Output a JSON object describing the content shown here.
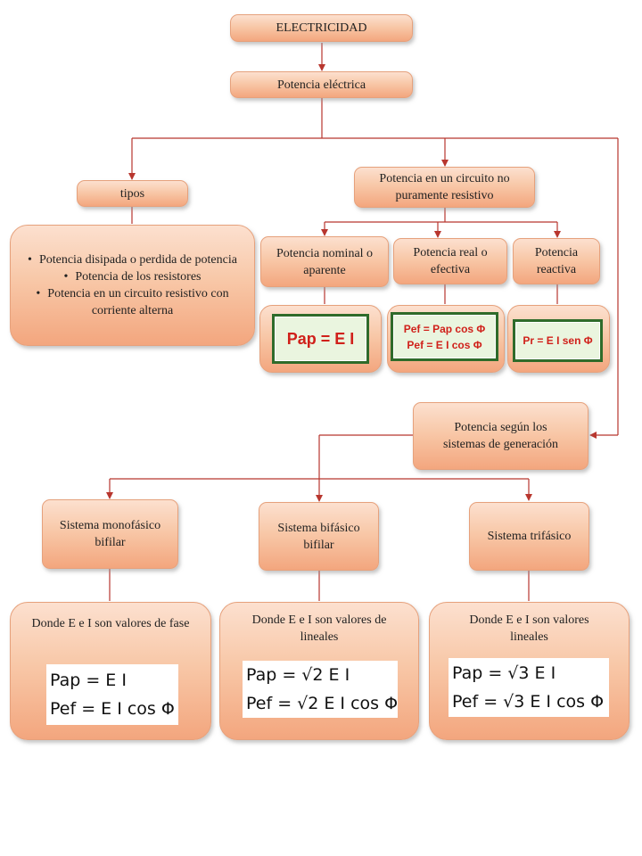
{
  "title": "ELECTRICIDAD",
  "potencia": "Potencia eléctrica",
  "tipos": {
    "label": "tipos",
    "items": [
      "Potencia disipada o perdida de potencia",
      "Potencia de los resistores",
      "Potencia en un circuito resistivo con corriente alterna"
    ]
  },
  "no_resistivo": {
    "label": "Potencia en un circuito no puramente resistivo",
    "nominal": {
      "label": "Potencia nominal o aparente",
      "f1": "Pap = E I"
    },
    "real": {
      "label": "Potencia real o efectiva",
      "f1": "Pef = Pap cos Φ",
      "f2": "Pef = E I cos Φ"
    },
    "reactiva": {
      "label": "Potencia reactiva",
      "f1": "Pr = E I sen Φ"
    }
  },
  "generacion": {
    "label": "Potencia según los sistemas de generación",
    "mono": {
      "label": "Sistema monofásico bifilar",
      "note": "Donde E e I son valores de fase",
      "f1": "Pap = E I",
      "f2": "Pef = E I cos Φ"
    },
    "bi": {
      "label": "Sistema bifásico bifilar",
      "note": "Donde E e I son valores de lineales",
      "f1": "Pap = √2 E I",
      "f2": "Pef = √2 E I cos Φ"
    },
    "tri": {
      "label": "Sistema trifásico",
      "note": "Donde E e I son valores lineales",
      "f1": "Pap = √3 E I",
      "f2": "Pef = √3 E I cos Φ"
    }
  },
  "colors": {
    "connector": "#b8362e",
    "box_fill": "#f8c8a8",
    "formula_border": "#2f6b2a",
    "formula_text": "#d0201a"
  }
}
